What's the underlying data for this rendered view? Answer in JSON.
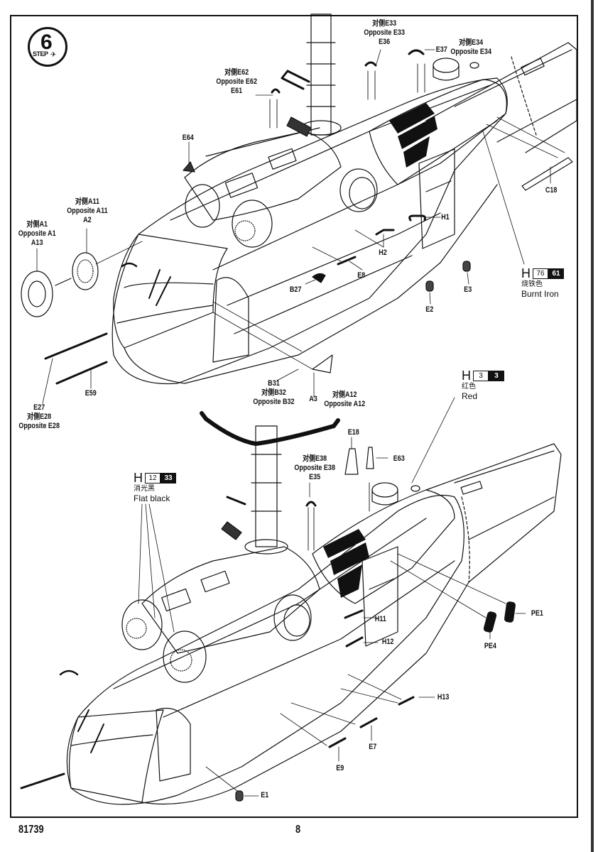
{
  "page": {
    "product_code": "81739",
    "page_number": "8"
  },
  "step": {
    "word": "STEP",
    "number": "6",
    "icon": "jet-plane-icon"
  },
  "top_diagram": {
    "callouts": [
      {
        "id": "e33",
        "lines": [
          "对侧E33",
          "Opposite E33",
          "E36"
        ]
      },
      {
        "id": "e37",
        "lines": [
          "E37"
        ]
      },
      {
        "id": "e34",
        "lines": [
          "对侧E34",
          "Opposite E34"
        ]
      },
      {
        "id": "e62",
        "lines": [
          "对侧E62",
          "Opposite E62",
          "E61"
        ]
      },
      {
        "id": "e64",
        "lines": [
          "E64"
        ]
      },
      {
        "id": "a11",
        "lines": [
          "对侧A11",
          "Opposite A11",
          "A2"
        ]
      },
      {
        "id": "a1",
        "lines": [
          "对侧A1",
          "Opposite A1",
          "A13"
        ]
      },
      {
        "id": "c18",
        "lines": [
          "C18"
        ]
      },
      {
        "id": "h1",
        "lines": [
          "H1"
        ]
      },
      {
        "id": "h2",
        "lines": [
          "H2"
        ]
      },
      {
        "id": "b27",
        "lines": [
          "B27"
        ]
      },
      {
        "id": "e8",
        "lines": [
          "E8"
        ]
      },
      {
        "id": "e3",
        "lines": [
          "E3"
        ]
      },
      {
        "id": "e2",
        "lines": [
          "E2"
        ]
      },
      {
        "id": "e59",
        "lines": [
          "E59"
        ]
      },
      {
        "id": "e27",
        "lines": [
          "E27",
          "对侧E28",
          "Opposite E28"
        ]
      },
      {
        "id": "b31",
        "lines": [
          "B31",
          "对侧B32",
          "Opposite B32"
        ]
      },
      {
        "id": "a3",
        "lines": [
          "A3"
        ]
      },
      {
        "id": "a12",
        "lines": [
          "对侧A12",
          "Opposite A12"
        ]
      }
    ],
    "paint": {
      "prefix": "H",
      "code_light": "76",
      "code_dark": "61",
      "name_cn": "烧铁色",
      "name_en": "Burnt Iron"
    }
  },
  "bottom_diagram": {
    "callouts": [
      {
        "id": "e18",
        "lines": [
          "E18"
        ]
      },
      {
        "id": "e63",
        "lines": [
          "E63"
        ]
      },
      {
        "id": "e38",
        "lines": [
          "对侧E38",
          "Opposite E38",
          "E35"
        ]
      },
      {
        "id": "h11",
        "lines": [
          "H11"
        ]
      },
      {
        "id": "h12",
        "lines": [
          "H12"
        ]
      },
      {
        "id": "h13",
        "lines": [
          "H13"
        ]
      },
      {
        "id": "pe1",
        "lines": [
          "PE1"
        ]
      },
      {
        "id": "pe4",
        "lines": [
          "PE4"
        ]
      },
      {
        "id": "e7",
        "lines": [
          "E7"
        ]
      },
      {
        "id": "e9",
        "lines": [
          "E9"
        ]
      },
      {
        "id": "e1",
        "lines": [
          "E1"
        ]
      }
    ],
    "paint_red": {
      "prefix": "H",
      "code_light": "3",
      "code_dark": "3",
      "name_cn": "红色",
      "name_en": "Red"
    },
    "paint_black": {
      "prefix": "H",
      "code_light": "12",
      "code_dark": "33",
      "name_cn": "消光黑",
      "name_en": "Flat black"
    }
  }
}
